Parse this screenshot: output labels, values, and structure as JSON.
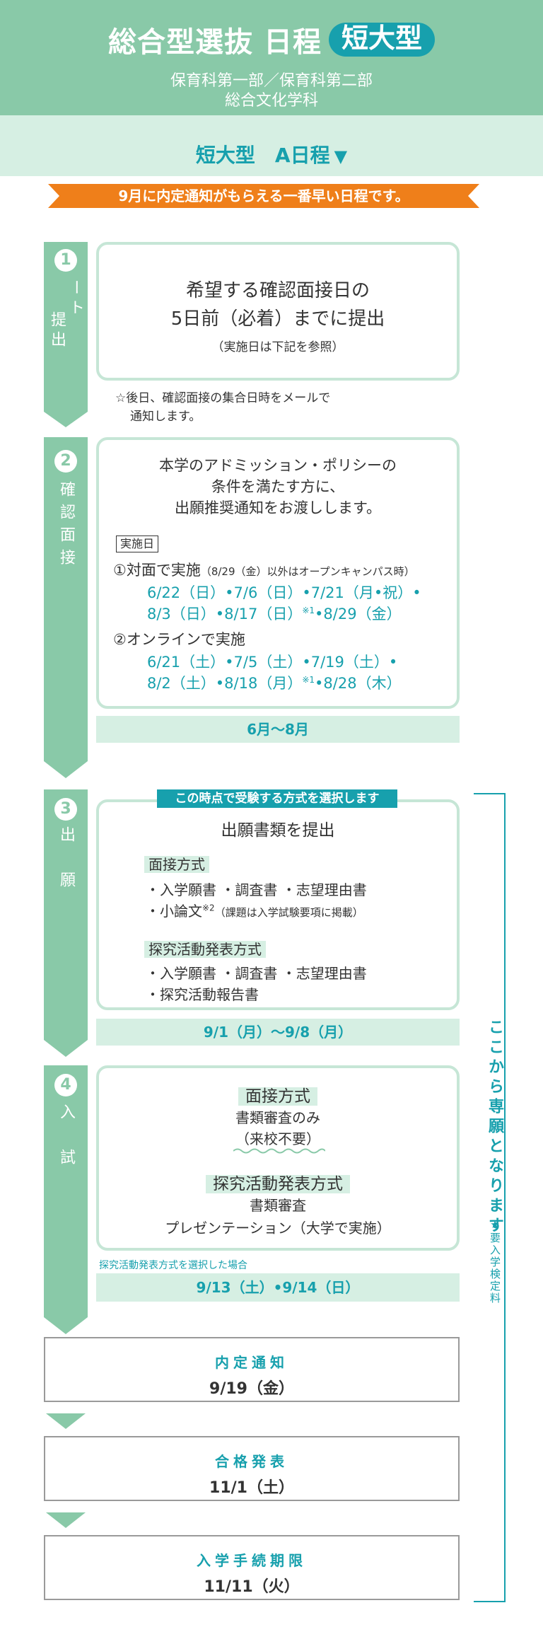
{
  "header": {
    "title": "総合型選抜 日程",
    "badge": "短大型",
    "subtitle_line1": "保育科第一部／保育科第二部",
    "subtitle_line2": "総合文化学科"
  },
  "schedule_title": "短大型　A日程",
  "schedule_arrow": "▼",
  "ribbon": "9月に内定通知がもらえる一番早い日程です。",
  "steps": {
    "s1": {
      "num": "1",
      "label_a": "エントリーシート",
      "label_b": "提出",
      "line1": "希望する確認面接日の",
      "line2": "5日前（必着）までに提出",
      "note": "（実施日は下記を参照）",
      "after_line1": "☆後日、確認面接の集合日時をメールで",
      "after_line2": "通知します。"
    },
    "s2": {
      "num": "2",
      "label": "確認面接",
      "intro1": "本学のアドミッション・ポリシーの",
      "intro2": "条件を満たす方に、",
      "intro3": "出願推奨通知をお渡しします。",
      "tag": "実施日",
      "inperson_head": "①対面で実施",
      "inperson_note": "（8/29（金）以外はオープンキャンパス時）",
      "inperson_dates1": "6/22（日）•7/6（日）•7/21（月•祝）•",
      "inperson_dates2": "8/3（日）•8/17（日）",
      "inperson_sup": "※1",
      "inperson_dates3": "•8/29（金）",
      "online_head": "②オンラインで実施",
      "online_dates1": "6/21（土）•7/5（土）•7/19（土）•",
      "online_dates2": "8/2（土）•8/18（月）",
      "online_sup": "※1",
      "online_dates3": "•8/28（木）",
      "period": "6月〜8月"
    },
    "s3": {
      "num": "3",
      "label": "出　願",
      "banner": "この時点で受験する方式を選択します",
      "title": "出願書類を提出",
      "m1_head": "面接方式",
      "m1_line1": "・入学願書 ・調査書 ・志望理由書",
      "m1_line2": "・小論文",
      "m1_sup": "※2",
      "m1_line2_note": "（課題は入学試験要項に掲載）",
      "m2_head": "探究活動発表方式",
      "m2_line1": "・入学願書 ・調査書 ・志望理由書",
      "m2_line2": "・探究活動報告書",
      "period": "9/1（月）〜9/8（月）"
    },
    "s4": {
      "num": "4",
      "label": "入　試",
      "m1_head": "面接方式",
      "m1_line1": "書類審査のみ",
      "m1_line2": "（来校不要）",
      "m2_head": "探究活動発表方式",
      "m2_line1": "書類審査",
      "m2_line2": "プレゼンテーション（大学で実施）",
      "pre_note": "探究活動発表方式を選択した場合",
      "period": "9/13（土）•9/14（日）"
    }
  },
  "results": [
    {
      "label": "内定通知",
      "value": "9/19（金）"
    },
    {
      "label": "合格発表",
      "value": "11/1（土）"
    },
    {
      "label": "入学手続期限",
      "value": "11/11（火）"
    }
  ],
  "side": {
    "main": "ここから専願となります",
    "sub": "★要入学検定料"
  },
  "colors": {
    "header_green": "#89c9a8",
    "light_green": "#d6efe3",
    "teal": "#17a0ad",
    "orange": "#ef7f1a"
  }
}
